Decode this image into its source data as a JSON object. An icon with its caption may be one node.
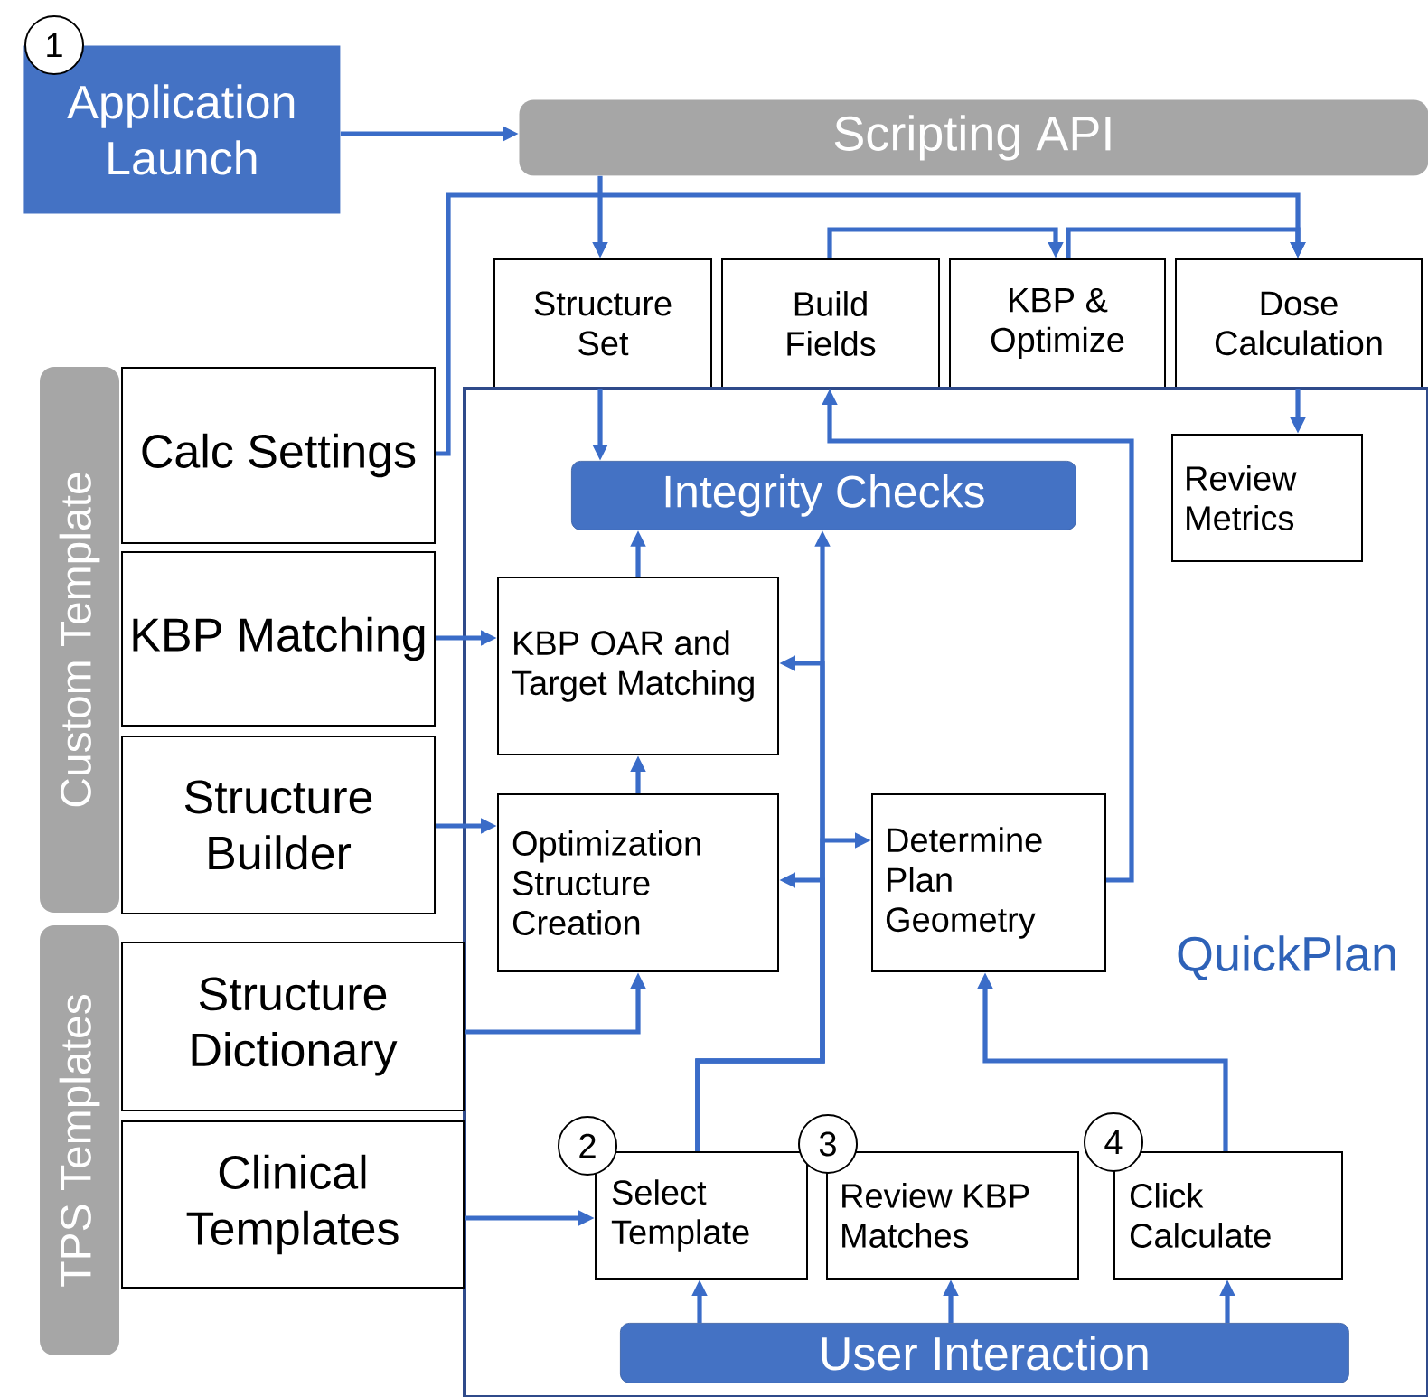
{
  "diagram": {
    "nodes": [
      {
        "text": [
          "Application Launch"
        ],
        "beside": [
          "1"
        ]
      },
      {
        "text": [
          "Scripting API"
        ]
      },
      {
        "text": [
          "Structure Set"
        ]
      },
      {
        "text": [
          "Build Fields"
        ]
      },
      {
        "text": [
          "KBP & Optimize"
        ]
      },
      {
        "text": [
          "Dose Calculation"
        ]
      },
      {
        "text": [
          "QuickPlan"
        ]
      },
      {
        "text": [
          "Custom Template"
        ]
      },
      {
        "text": [
          "Calc Settings"
        ]
      },
      {
        "text": [
          "KBP Matching"
        ]
      },
      {
        "text": [
          "Structure Builder"
        ]
      },
      {
        "text": [
          "TPS Templates"
        ]
      },
      {
        "text": [
          "Structure Dictionary"
        ]
      },
      {
        "text": [
          "Clinical Templates"
        ]
      },
      {
        "text": [
          "Integrity Checks"
        ],
        "in": 6
      },
      {
        "text": [
          "Review Metrics"
        ],
        "in": 6
      },
      {
        "text": [
          "KBP OAR and Target Matching"
        ],
        "in": 6
      },
      {
        "text": [
          "Optimization Structure Creation"
        ],
        "in": 6
      },
      {
        "text": [
          "Determine Plan Geometry"
        ],
        "in": 6
      },
      {
        "text": [
          "Select Template"
        ],
        "in": 6,
        "beside": [
          "2"
        ]
      },
      {
        "text": [
          "Review KBP Matches"
        ],
        "in": 6,
        "beside": [
          "3"
        ]
      },
      {
        "text": [
          "Click Calculate"
        ],
        "in": 6,
        "beside": [
          "4"
        ]
      },
      {
        "text": [
          "User Interaction"
        ],
        "in": 6
      }
    ],
    "edges": [
      {
        "from": 0,
        "to": 1,
        "arrow": "to"
      },
      {
        "from": 1,
        "to": 2,
        "arrow": "to"
      },
      {
        "from": 8,
        "to": 5,
        "arrow": "to"
      },
      {
        "from": 3,
        "to": 4,
        "arrow": "to"
      },
      {
        "from": 4,
        "to": 5,
        "arrow": "to"
      },
      {
        "from": 5,
        "to": 15,
        "arrow": "to"
      },
      {
        "from": 2,
        "to": 14,
        "arrow": "to"
      },
      {
        "from": 18,
        "to": 3,
        "arrow": "to"
      },
      {
        "from": 16,
        "to": 14,
        "arrow": "to"
      },
      {
        "from": 17,
        "to": 16,
        "arrow": "to"
      },
      {
        "from": 9,
        "to": 16,
        "arrow": "to"
      },
      {
        "from": 10,
        "to": 17,
        "arrow": "to"
      },
      {
        "from": 12,
        "to": 17,
        "arrow": "to"
      },
      {
        "from": 13,
        "to": 19,
        "arrow": "to"
      },
      {
        "from": 19,
        "to": 14,
        "arrow": "to"
      },
      {
        "from": 19,
        "to": 16,
        "arrow": "to"
      },
      {
        "from": 19,
        "to": 17,
        "arrow": "to"
      },
      {
        "from": 19,
        "to": 18,
        "arrow": "to"
      },
      {
        "from": 21,
        "to": 18,
        "arrow": "to"
      },
      {
        "from": 22,
        "to": 19,
        "arrow": "to"
      },
      {
        "from": 22,
        "to": 20,
        "arrow": "to"
      },
      {
        "from": 22,
        "to": 21,
        "arrow": "to"
      }
    ]
  }
}
